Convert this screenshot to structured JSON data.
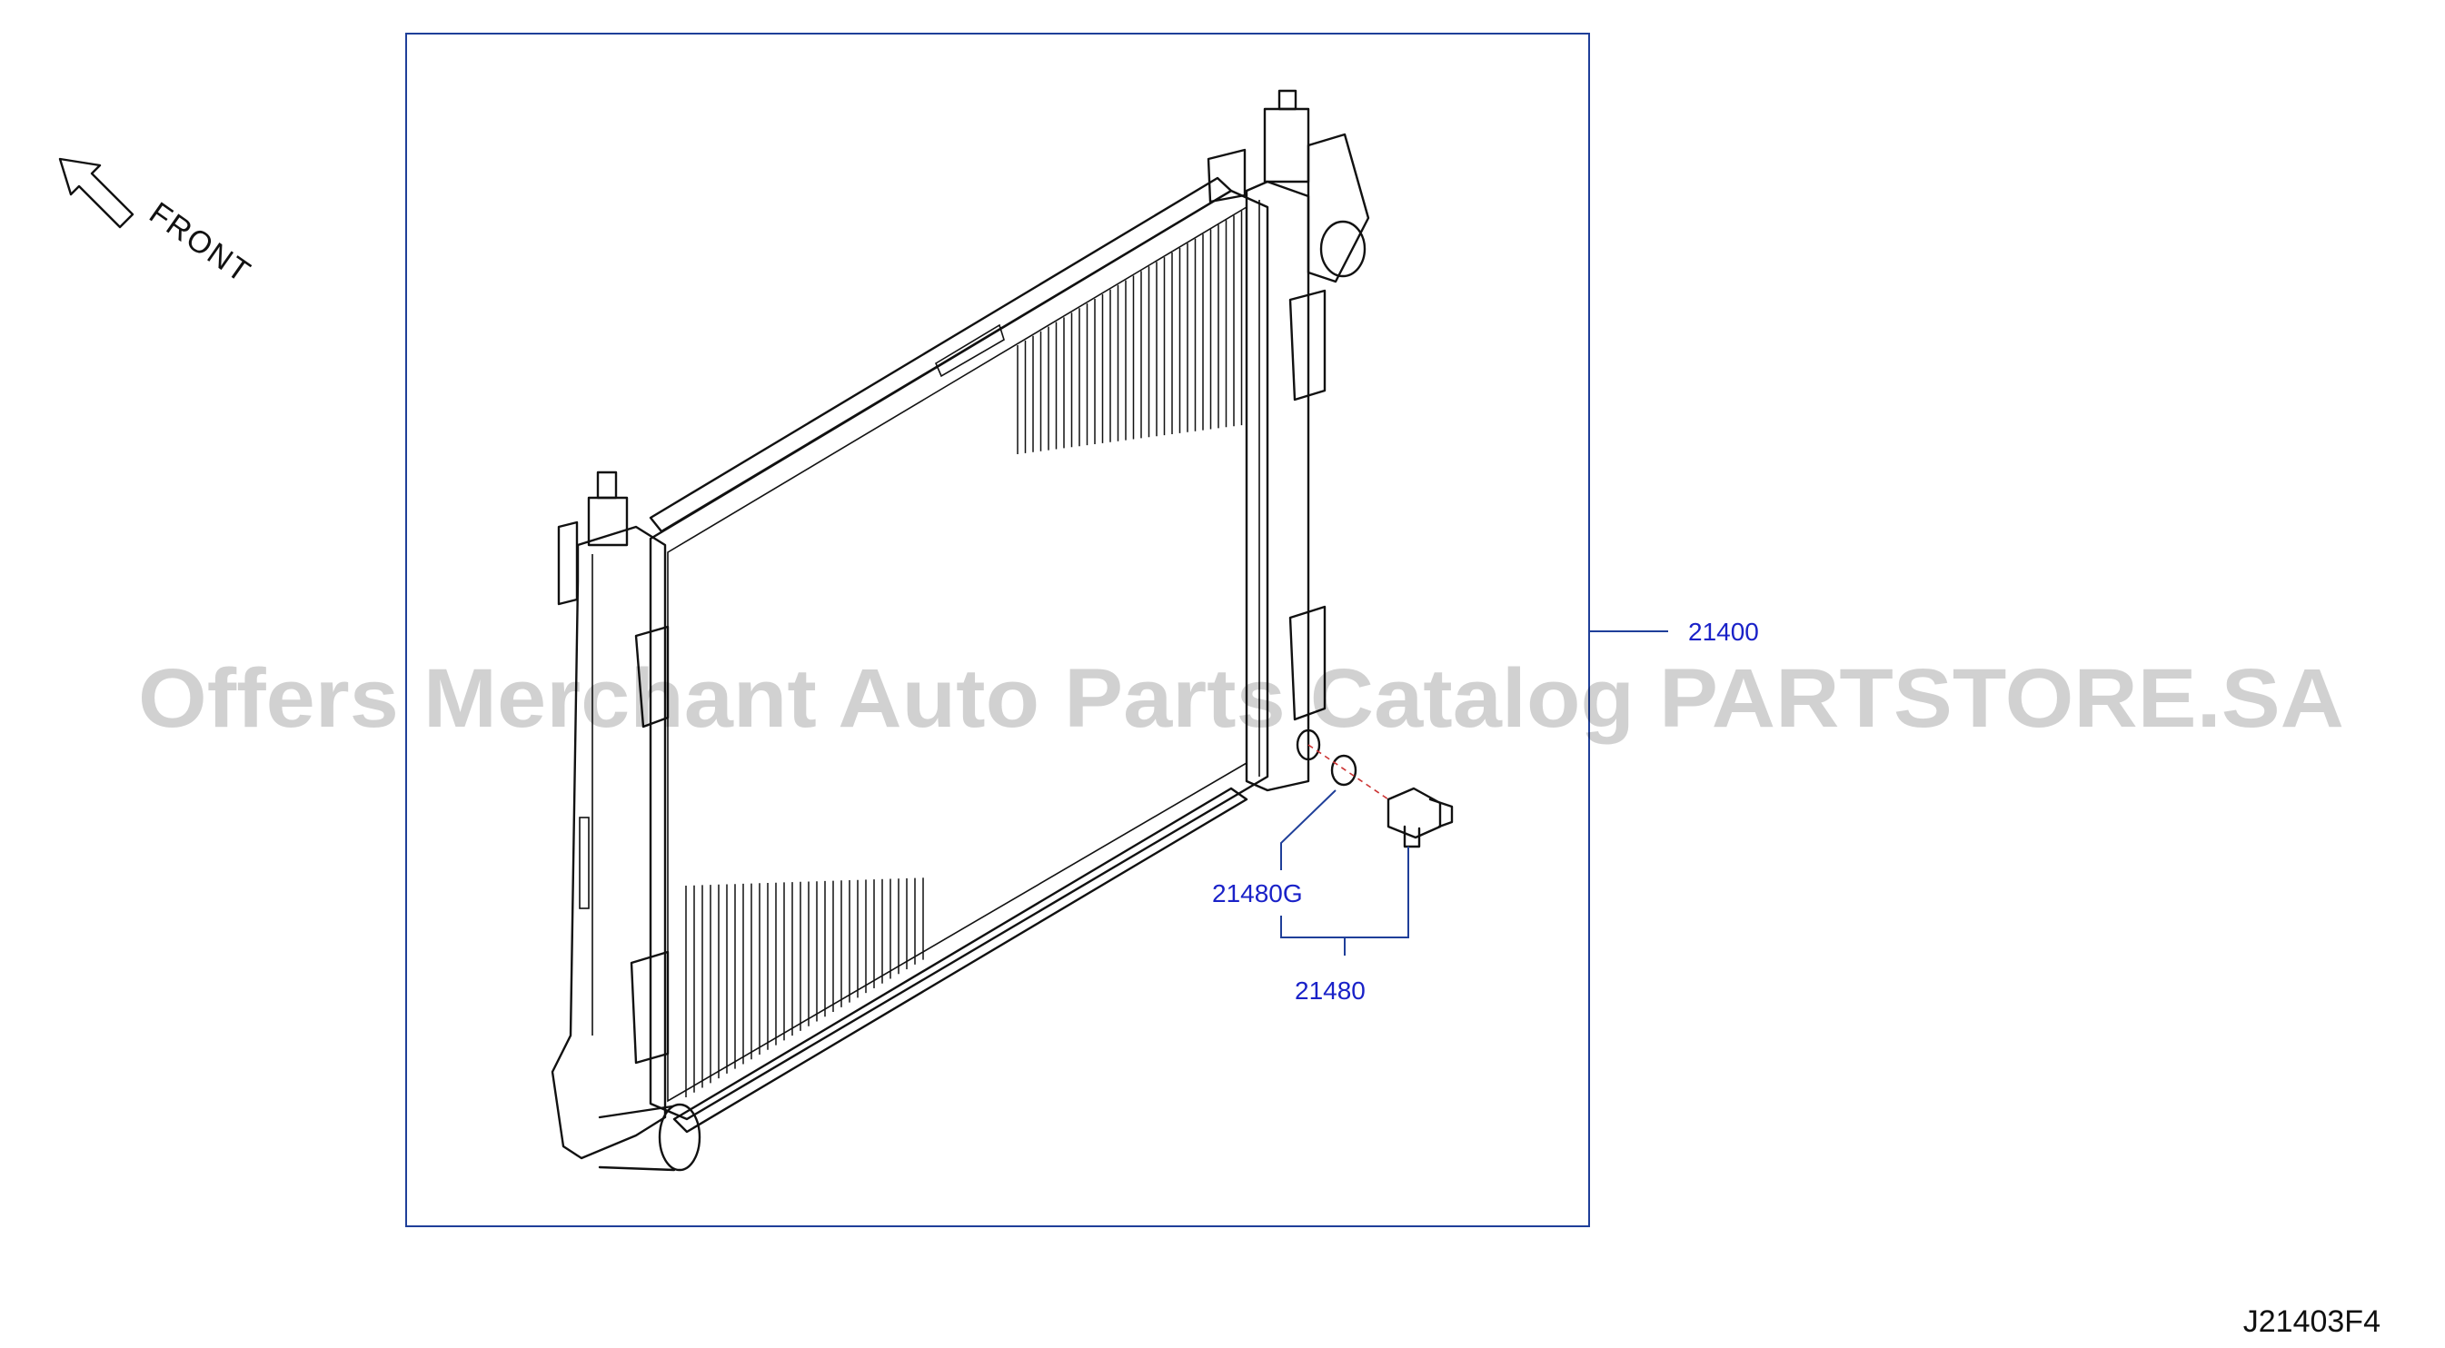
{
  "orientation": {
    "label": "FRONT",
    "icon": "front-arrow-icon"
  },
  "parts": [
    {
      "number": "21400"
    },
    {
      "number": "21480G"
    },
    {
      "number": "21480"
    }
  ],
  "watermark": "Offers Merchant Auto Parts Catalog PARTSTORE.SA",
  "diagram_code": "J21403F4",
  "colors": {
    "callout": "#1a22c8",
    "frame": "#1f3f99",
    "ink": "#111111"
  }
}
